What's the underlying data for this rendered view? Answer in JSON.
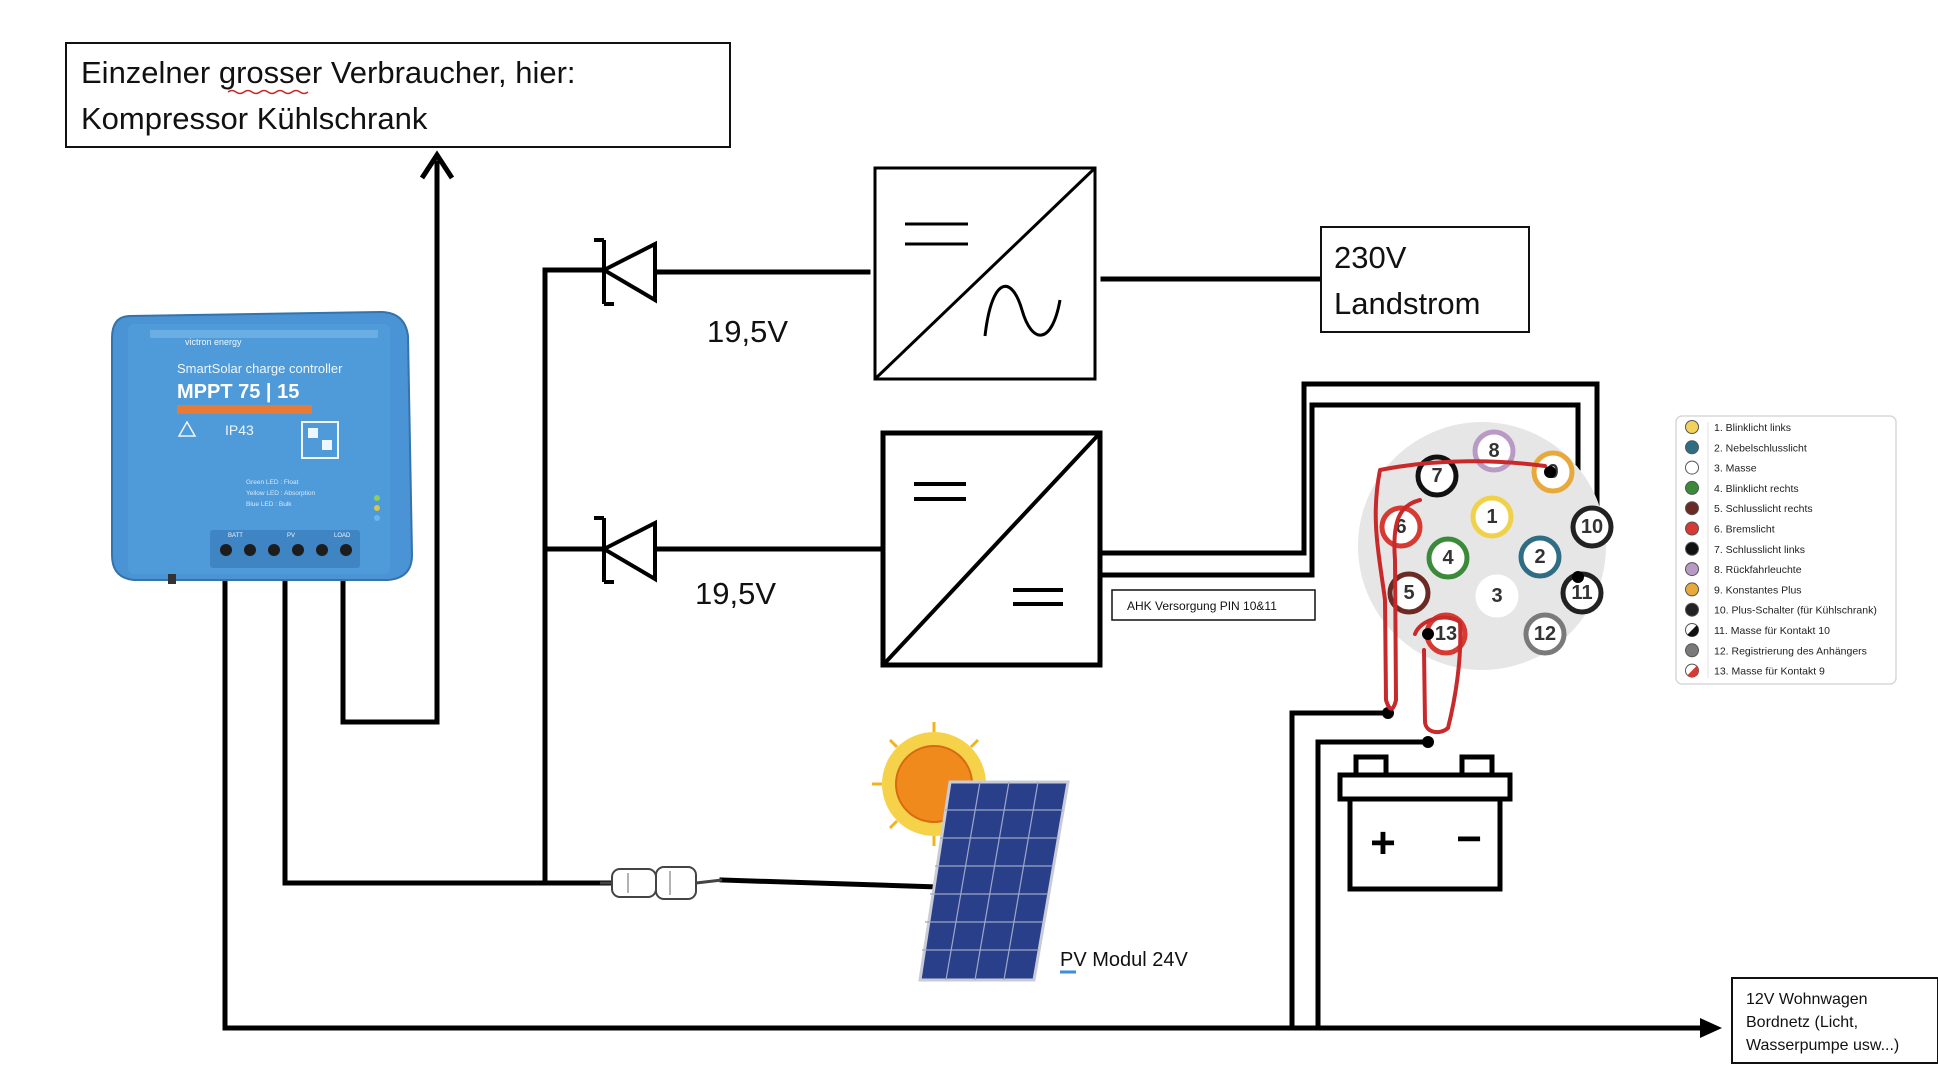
{
  "consumer_box": {
    "line1": "Einzelner grosser Verbraucher, hier:",
    "line2": "Kompressor Kühlschrank"
  },
  "landstrom_box": {
    "line1": "230V",
    "line2": "Landstrom"
  },
  "voltage_labels": {
    "upper": "19,5V",
    "lower": "19,5V"
  },
  "ahk_label": "AHK Versorgung PIN 10&11",
  "pv_label": "PV Modul 24V",
  "bordnetz_box": {
    "line1": "12V Wohnwagen",
    "line2": "Bordnetz (Licht,",
    "line3": "Wasserpumpe usw...)"
  },
  "controller": {
    "brand": "victron energy",
    "subtitle": "SmartSolar charge controller",
    "model": "MPPT 75 | 15",
    "ip_rating": "IP43",
    "leds": [
      "Green LED : Float",
      "Yellow LED : Absorption",
      "Blue LED : Bulk"
    ],
    "terminals": [
      "BATT",
      "PV",
      "LOAD"
    ]
  },
  "battery": {
    "plus": "+",
    "minus": "−"
  },
  "socket_pins": [
    "1",
    "2",
    "3",
    "4",
    "5",
    "6",
    "7",
    "8",
    "9",
    "10",
    "11",
    "12",
    "13"
  ],
  "legend": {
    "items": [
      {
        "label": "1. Blinklicht links",
        "color": "#f3d25a"
      },
      {
        "label": "2. Nebelschlusslicht",
        "color": "#2f6d85"
      },
      {
        "label": "3. Masse",
        "color": "#ffffff"
      },
      {
        "label": "4. Blinklicht rechts",
        "color": "#3a8a3a"
      },
      {
        "label": "5. Schlusslicht rechts",
        "color": "#6b2a24"
      },
      {
        "label": "6. Bremslicht",
        "color": "#d63a32"
      },
      {
        "label": "7. Schlusslicht links",
        "color": "#111111"
      },
      {
        "label": "8. Rückfahrleuchte",
        "color": "#b89ac4"
      },
      {
        "label": "9. Konstantes Plus",
        "color": "#e8a93c"
      },
      {
        "label": "10. Plus-Schalter (für Kühlschrank)",
        "color": "#222222"
      },
      {
        "label": "11. Masse für Kontakt 10",
        "color": "half-black"
      },
      {
        "label": "12. Registrierung des Anhängers",
        "color": "#7a7a7a"
      },
      {
        "label": "13. Masse für Kontakt 9",
        "color": "half-red"
      }
    ]
  }
}
